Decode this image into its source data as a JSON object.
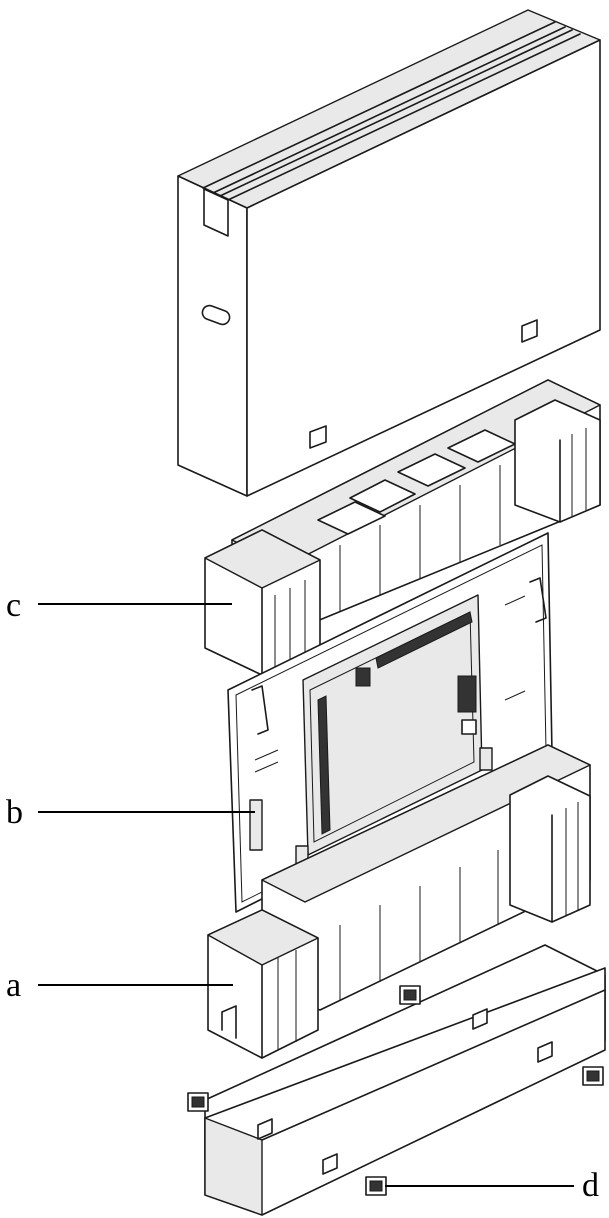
{
  "callouts": {
    "a": "a",
    "b": "b",
    "c": "c",
    "d": "d"
  },
  "colors": {
    "ink": "#1a1a1a",
    "background": "#ffffff",
    "shade": "#e9e9e9"
  }
}
